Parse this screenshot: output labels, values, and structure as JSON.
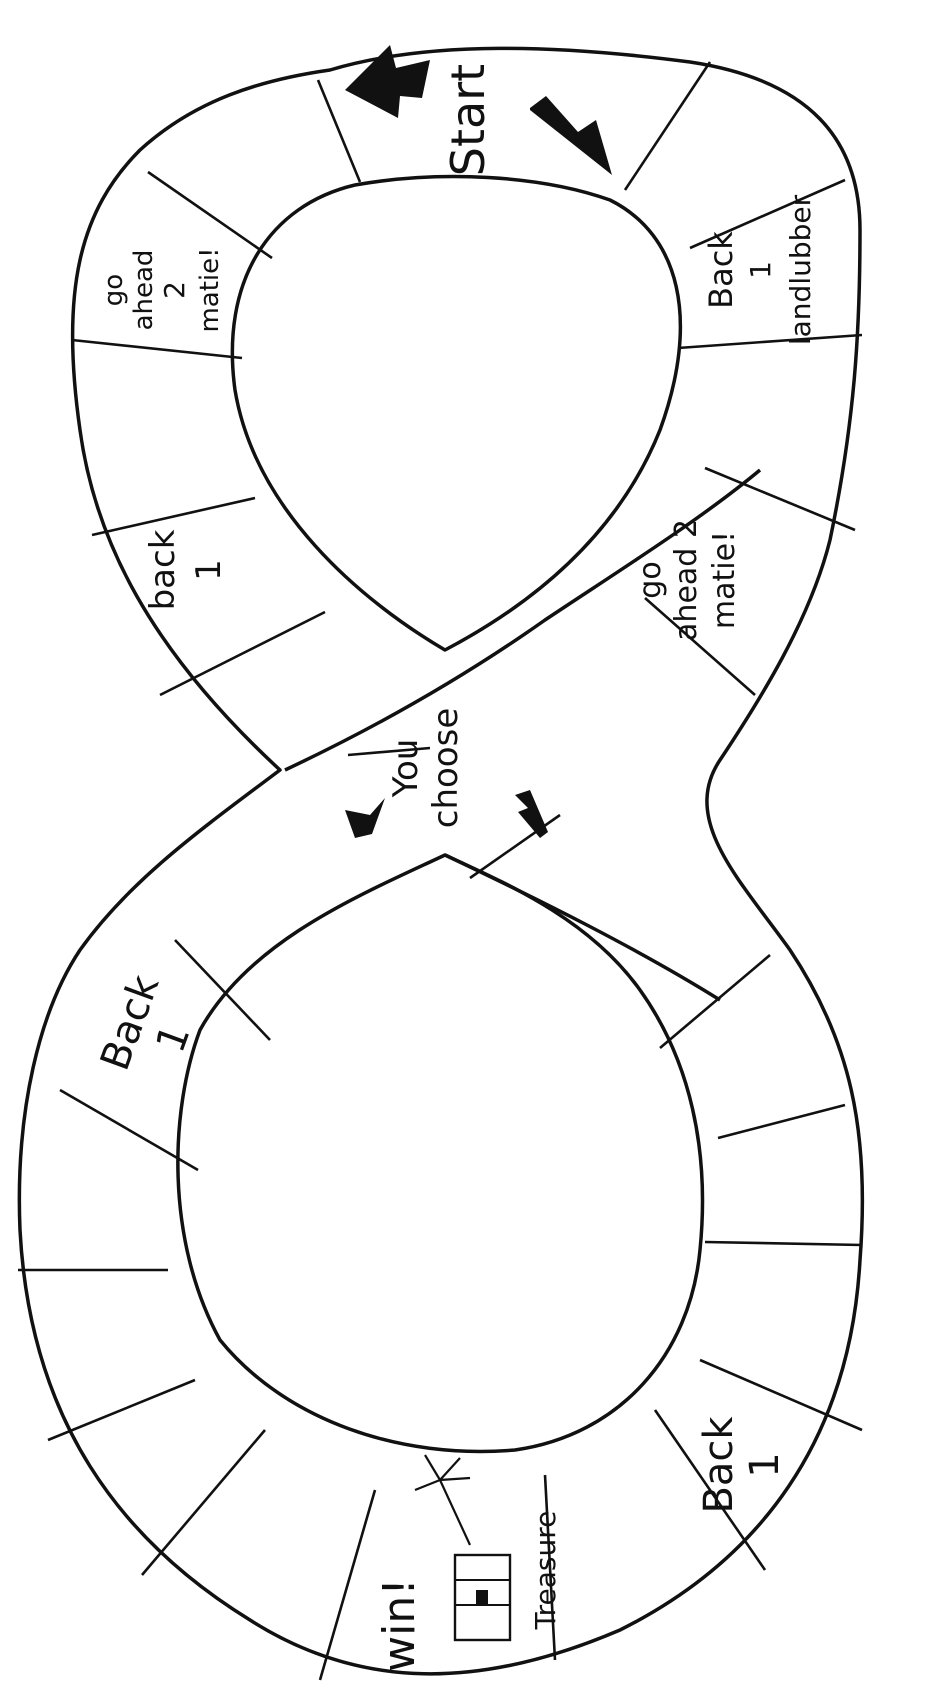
{
  "board": {
    "spaces": {
      "start": "Start",
      "back_landlubber": {
        "line1": "Back",
        "line2": "1",
        "line3": "landlubber"
      },
      "go_ahead_left": {
        "line1": "go",
        "line2": "ahead",
        "line3": "2",
        "line4": "matie!"
      },
      "back_one_small": {
        "line1": "back",
        "line2": "1"
      },
      "go_ahead_right": {
        "line1": "go",
        "line2": "ahead 2",
        "line3": "matie!"
      },
      "you_choose": {
        "line1": "You",
        "line2": "choose"
      },
      "back_one_upper": {
        "line1": "Back",
        "line2": "1"
      },
      "back_one_lower": {
        "line1": "Back",
        "line2": "1"
      },
      "win": {
        "line1": "win!",
        "line2": "Treasure"
      }
    },
    "icons": [
      "arrow-icon",
      "treasure-chest-icon",
      "palm-tree-icon"
    ]
  }
}
